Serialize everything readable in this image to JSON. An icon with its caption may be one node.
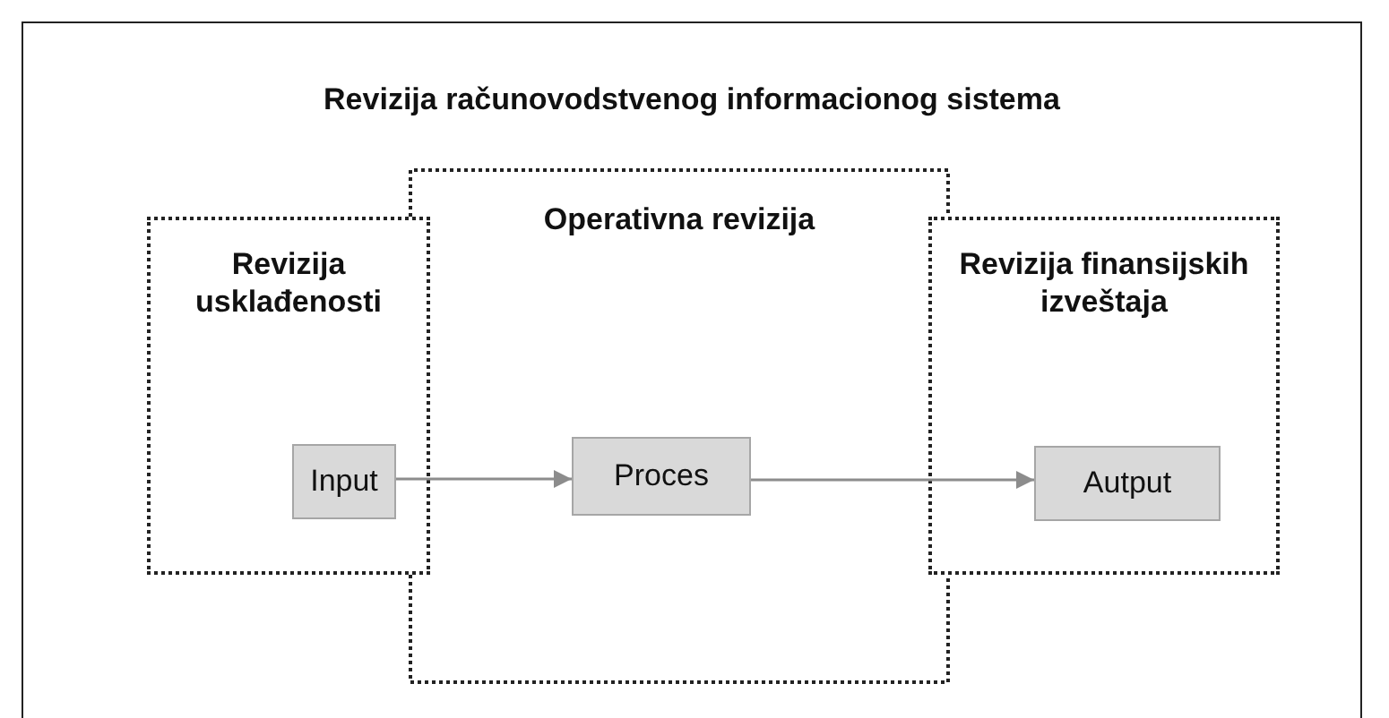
{
  "diagram": {
    "nodes": [
      {
        "text": [
          "Revizija računovodstvenog informacionog sistema"
        ]
      },
      {
        "text": [
          "Revizija usklađenosti"
        ],
        "in": 0
      },
      {
        "text": [
          "Operativna revizija"
        ],
        "in": 0
      },
      {
        "text": [
          "Revizija finansijskih izveštaja"
        ],
        "in": 0
      },
      {
        "text": [
          "Input"
        ],
        "in": 1
      },
      {
        "text": [
          "Proces"
        ],
        "in": 2
      },
      {
        "text": [
          "Autput"
        ],
        "in": 3
      }
    ],
    "edges": [
      {
        "from": 4,
        "to": 5,
        "arrow": "to"
      },
      {
        "from": 5,
        "to": 6,
        "arrow": "to"
      }
    ]
  }
}
